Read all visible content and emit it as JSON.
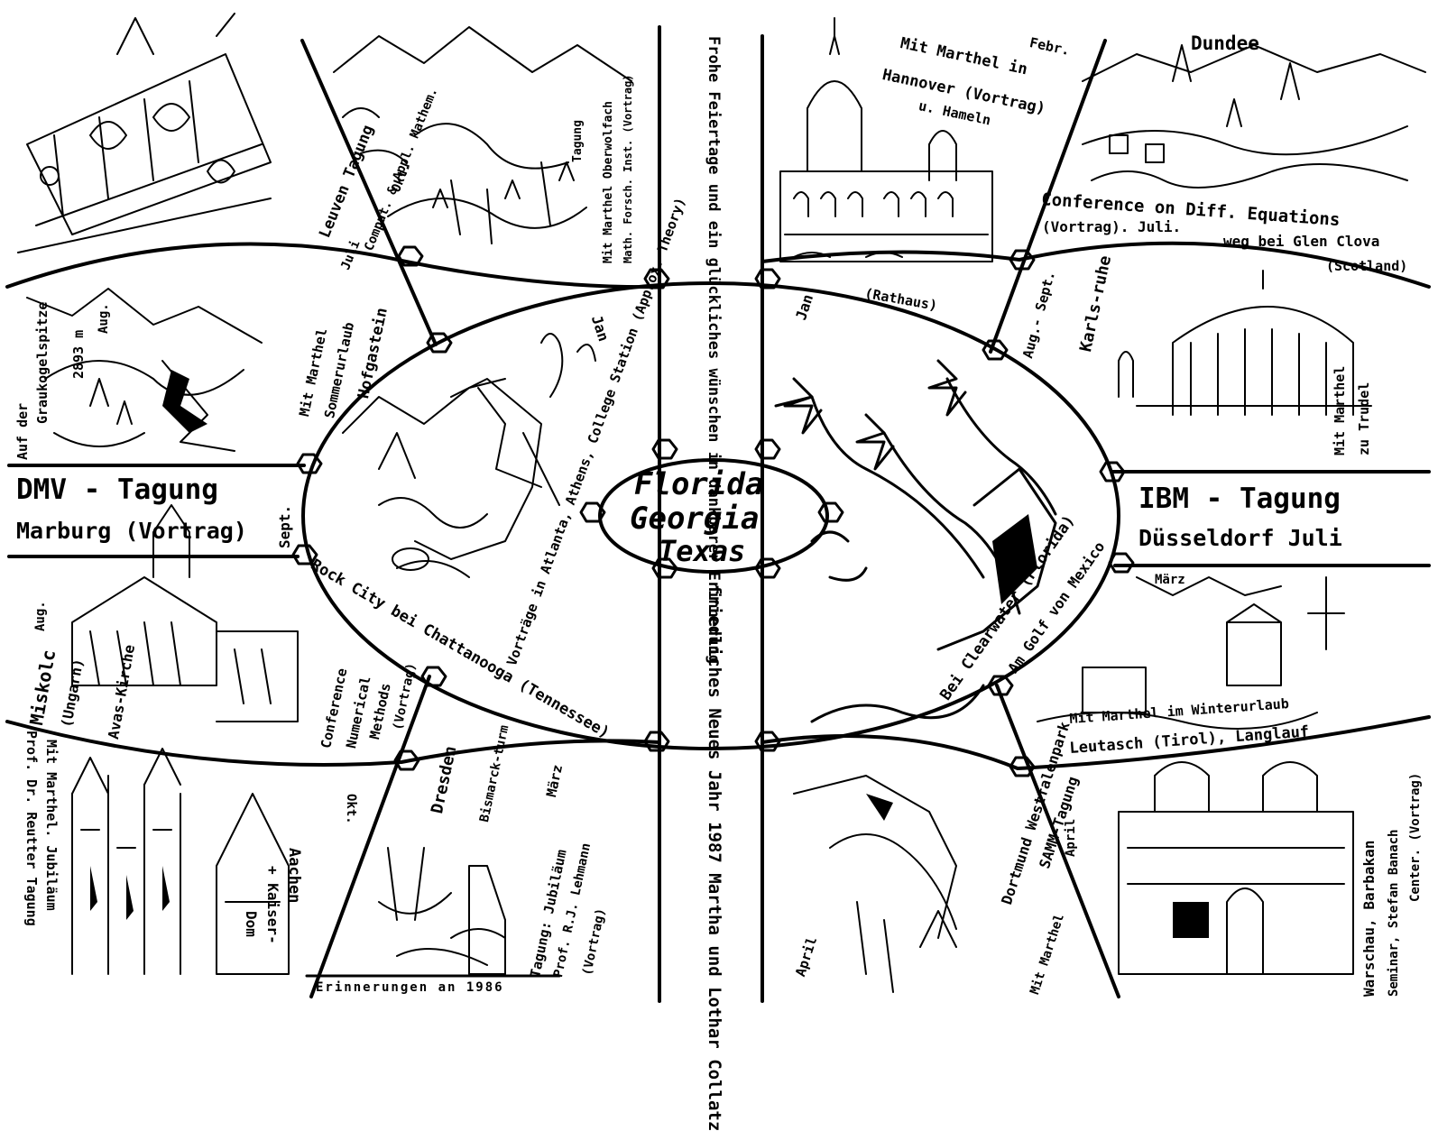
{
  "center": {
    "line1": "Florida",
    "line2": "Georgia",
    "line3": "Texas"
  },
  "greeting": {
    "top": "Frohe Feiertage und ein glückliches wünschen in dankbarer Erinnerung",
    "bottom": "friedliches Neues Jahr 1987 Martha und Lothar Collatz"
  },
  "footer": "Erinnerungen an 1986",
  "captions": {
    "oval_jan_left": "Jan",
    "oval_jan_right": "Jan",
    "rock_city": "Rock City bei Chattanooga (Tennessee)",
    "vortraege": "Vorträge in Atlanta, Athens, College Station (Approx. Theory)",
    "clearwater": "Bei Clearwater (Florida)",
    "golf": "Am Golf von Mexico",
    "dmv1": "DMV - Tagung",
    "dmv2": "Marburg (Vortrag)",
    "dmv_month": "Sept.",
    "ibm1": "IBM - Tagung",
    "ibm2": "Düsseldorf Juli",
    "leuven": "Leuven Tagung",
    "leuven_month": "Juli",
    "comput": "Comput. & Appl. Mathem.",
    "okt_top": "Okt.",
    "hofgastein1": "Mit Marthel",
    "hofgastein2": "Sommerurlaub",
    "hofgastein3": "Hofgastein",
    "graukogel1": "Auf der",
    "graukogel2": "Graukogelspitze",
    "graukogel3": "2893 m",
    "graukogel_month": "Aug.",
    "oberwolfach1": "Mit Marthel Oberwolfach",
    "oberwolfach2": "Math. Forsch. Inst. (Vortrag)",
    "oberwolfach3": "Tagung",
    "hannover_month": "Febr.",
    "hannover1": "Mit Marthel in",
    "hannover2": "Hannover (Vortrag)",
    "hannover3": "u. Hameln",
    "rathaus": "(Rathaus)",
    "dundee": "Dundee",
    "diffeq1": "Conference on Diff. Equations",
    "diffeq2": "(Vortrag). Juli.",
    "diffeq3": "weg bei Glen Clova",
    "diffeq4": "(Scotland)",
    "karlsruhe_month": "Aug.- Sept.",
    "karlsruhe": "Karls-ruhe",
    "trudel1": "Mit Marthel",
    "trudel2": "zu Trudel",
    "miskolc_month": "Aug.",
    "miskolc": "Miskolc",
    "ungarn": "(Ungarn)",
    "avas": "Avas-Kirche",
    "numerical1": "Conference",
    "numerical2": "Numerical",
    "numerical3": "Methods",
    "numerical4": "(Vortrag)",
    "okt_bottom": "Okt.",
    "aachen1": "Aachen",
    "aachen2": "+ Kaiser-",
    "aachen3": "Dom",
    "reutter1": "Mit Marthel. Jubiläum",
    "reutter2": "Prof. Dr. Reutter Tagung",
    "dresden": "Dresden",
    "bismarck": "Bismarck-turm",
    "dresden_month": "März",
    "lehmann1": "Tagung: Jubiläum",
    "lehmann2": "Prof. R.J. Lehmann",
    "lehmann3": "(Vortrag)",
    "leutasch_month": "März",
    "leutasch1": "Mit Marthel im Winterurlaub",
    "leutasch2": "Leutasch (Tirol), Langlauf",
    "dortmund1": "Mit Marthel",
    "dortmund2": "Dortmund Westfalenpark",
    "dortmund3": "SAMM-Tagung",
    "dortmund_month": "April",
    "warschau_month": "April",
    "warschau1": "Warschau, Barbakan",
    "warschau2": "Seminar, Stefan Banach",
    "warschau3": "Center. (Vortrag)"
  }
}
